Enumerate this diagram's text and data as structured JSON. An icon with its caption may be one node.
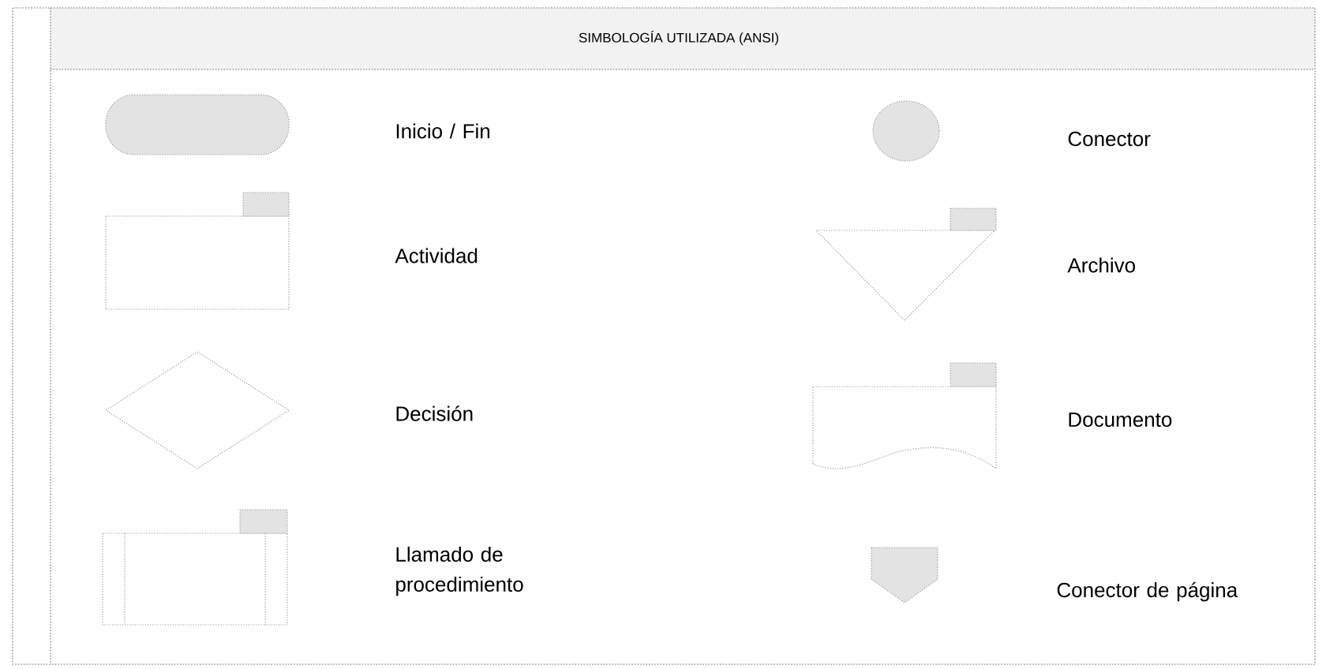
{
  "diagram": {
    "title": "SIMBOLOGÍA UTILIZADA (ANSI)",
    "legend": [
      {
        "text": "Inicio / Fin"
      },
      {
        "text": "Conector"
      },
      {
        "text": "Actividad"
      },
      {
        "text": "Archivo"
      },
      {
        "text": "Decisión"
      },
      {
        "text": "Documento"
      },
      {
        "text": "Llamado de procedimiento"
      },
      {
        "text": "Conector de página"
      }
    ]
  }
}
